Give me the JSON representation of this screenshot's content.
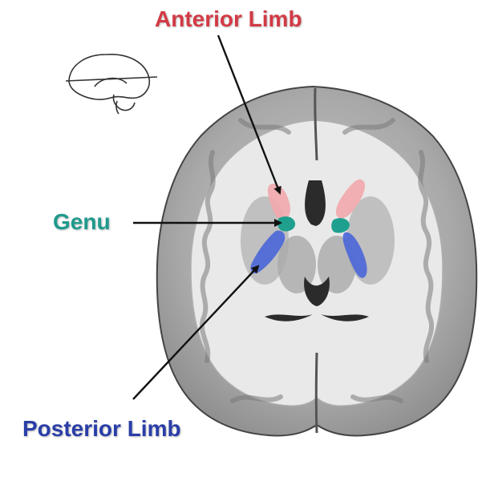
{
  "labels": {
    "anterior": "Anterior Limb",
    "genu": "Genu",
    "posterior": "Posterior Limb"
  },
  "colors": {
    "anterior": "#d23a45",
    "genu": "#1f9a8c",
    "posterior": "#2a3ea8",
    "anterior_fill": "#f2a9ad",
    "genu_fill": "#1fa08f",
    "posterior_fill": "#4d68d8",
    "arrow": "#111111"
  },
  "icons": {
    "orientation": "brain-sagittal-icon"
  }
}
